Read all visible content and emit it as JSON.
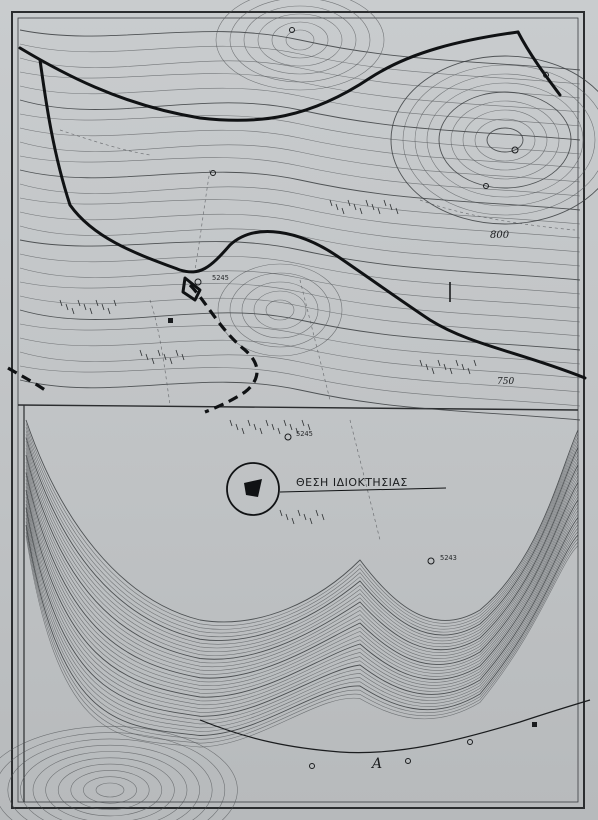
{
  "map": {
    "property_label": "ΘΕΣΗ ΙΔΙΟΚΤΗΣΙΑΣ",
    "elevation_labels": [
      {
        "id": "elev-800",
        "text": "800"
      },
      {
        "id": "elev-750",
        "text": "750"
      }
    ],
    "stream_letter": "Α",
    "survey_points": [
      {
        "id": "sp-1",
        "text": "5245"
      },
      {
        "id": "sp-2",
        "text": "5245"
      },
      {
        "id": "sp-3",
        "text": "5243"
      }
    ],
    "colors": {
      "paper": "#c6c9cb",
      "ink": "#1a1c1e",
      "border": "#2b2d2f"
    }
  }
}
